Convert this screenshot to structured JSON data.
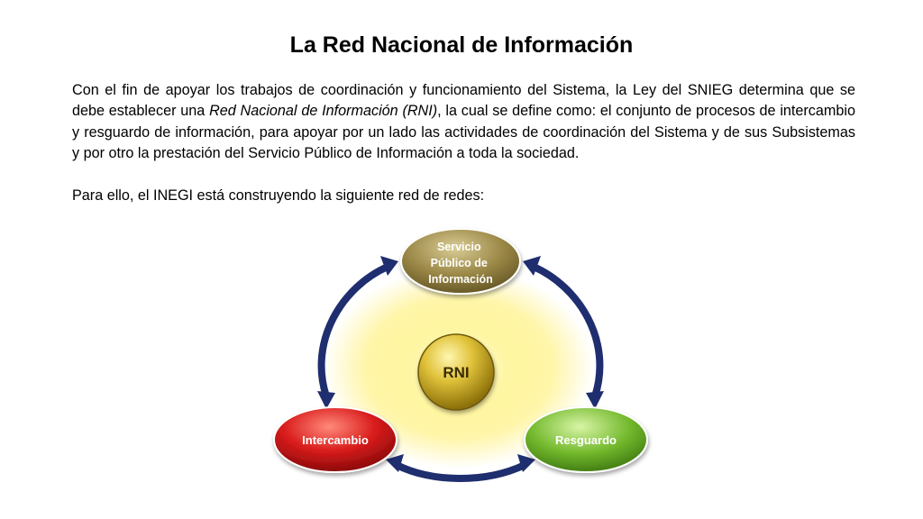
{
  "slide": {
    "title": "La Red Nacional de Información",
    "paragraph1": {
      "before": "Con el fin de apoyar los trabajos de coordinación y funcionamiento del Sistema, la Ley del SNIEG determina que se debe establecer una ",
      "emphasis": "Red Nacional de Información (RNI)",
      "after": ", la cual se define como: el conjunto de procesos de intercambio y resguardo de información, para apoyar por un lado las actividades de coordinación del Sistema y de sus Subsistemas y por otro la prestación del Servicio Público de Información a toda la sociedad."
    },
    "paragraph2": "Para ello, el INEGI está construyendo la siguiente red de redes:"
  },
  "diagram": {
    "center": {
      "label": "RNI",
      "color": "#c9a81f"
    },
    "top": {
      "lines": [
        "Servicio",
        "Público de",
        "Información"
      ],
      "color": "#8c7a3c"
    },
    "left": {
      "label": "Intercambio",
      "color": "#cc1a1a"
    },
    "right": {
      "label": "Resguardo",
      "color": "#6db328"
    },
    "arrow_color": "#1f2e6e",
    "glow_color": "#fff27a"
  }
}
